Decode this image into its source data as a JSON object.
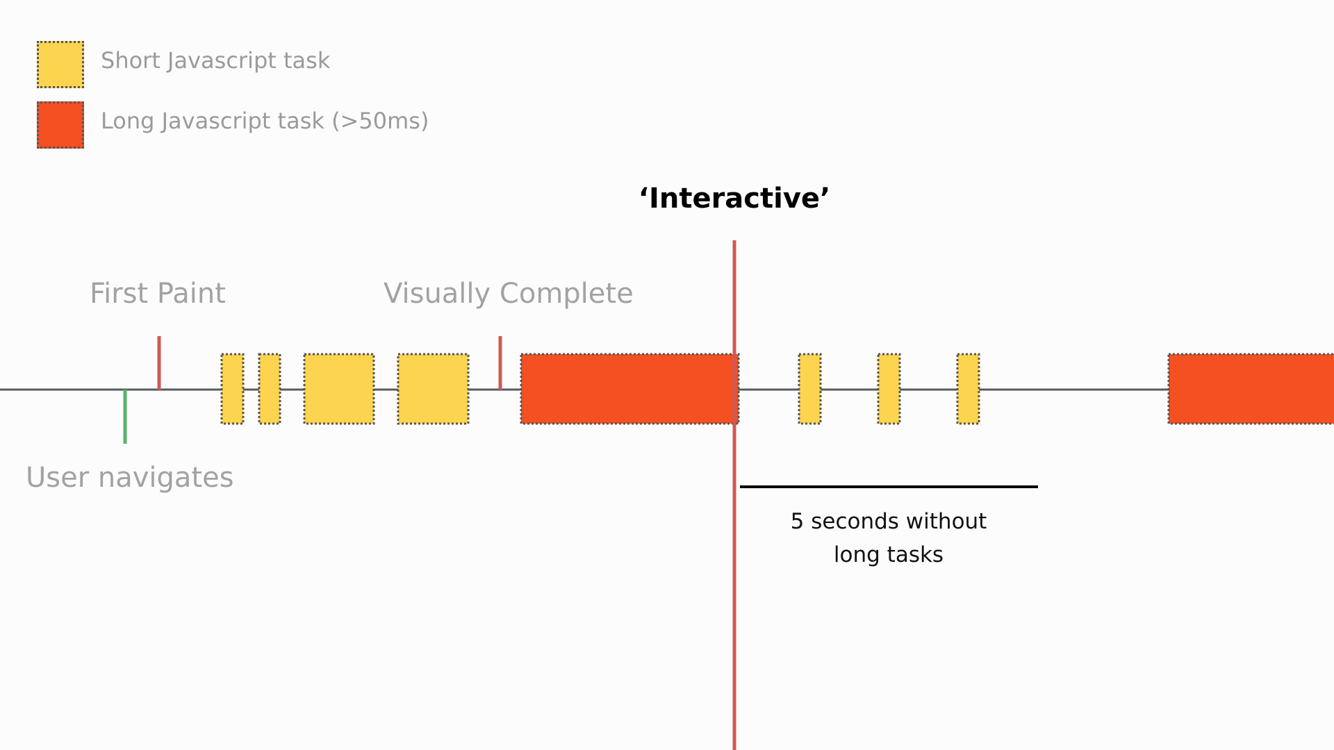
{
  "legend": {
    "items": [
      {
        "label": "Short Javascript task",
        "color": "#fdd44f"
      },
      {
        "label": "Long Javascript task (>50ms)",
        "color": "#f55022"
      }
    ]
  },
  "milestones": {
    "first_paint": "First Paint",
    "visually_complete": "Visually Complete",
    "user_navigates": "User navigates",
    "interactive": "‘Interactive’"
  },
  "quiet_window": {
    "label_line1": "5 seconds without",
    "label_line2": "long tasks"
  },
  "colors": {
    "timeline": "#555b5e",
    "marker_red": "#cf5a55",
    "marker_green": "#58b46a",
    "short_task": "#fdd44f",
    "long_task": "#f55022",
    "task_border": "#555555"
  },
  "tasks": [
    {
      "kind": "short"
    },
    {
      "kind": "short"
    },
    {
      "kind": "short"
    },
    {
      "kind": "short"
    },
    {
      "kind": "long"
    },
    {
      "kind": "short"
    },
    {
      "kind": "short"
    },
    {
      "kind": "short"
    },
    {
      "kind": "long"
    }
  ]
}
